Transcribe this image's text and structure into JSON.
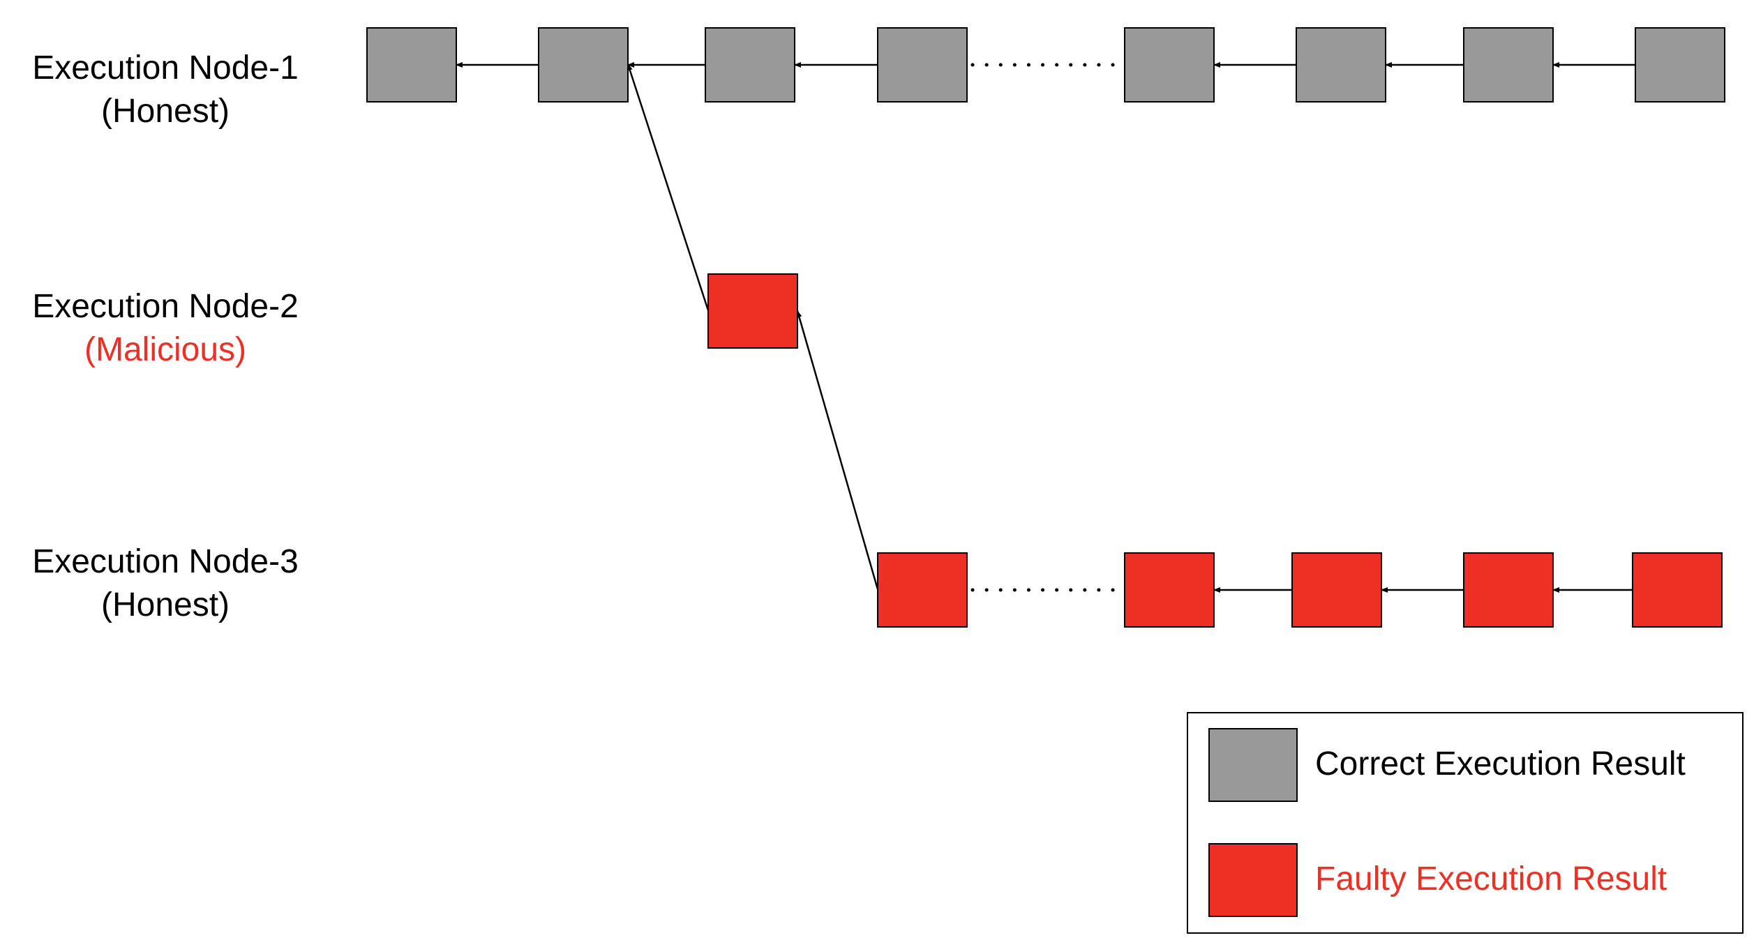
{
  "colors": {
    "correct": "#999999",
    "faulty": "#ee3024",
    "stroke": "#000000",
    "malicious_text": "#ee3024",
    "faulty_text": "#ee3024"
  },
  "nodes": [
    {
      "name": "Execution Node-1",
      "role": "(Honest)"
    },
    {
      "name": "Execution Node-2",
      "role": "(Malicious)"
    },
    {
      "name": "Execution Node-3",
      "role": "(Honest)"
    }
  ],
  "legend": {
    "correct_label": "Correct Execution Result",
    "faulty_label": "Faulty Execution Result"
  }
}
